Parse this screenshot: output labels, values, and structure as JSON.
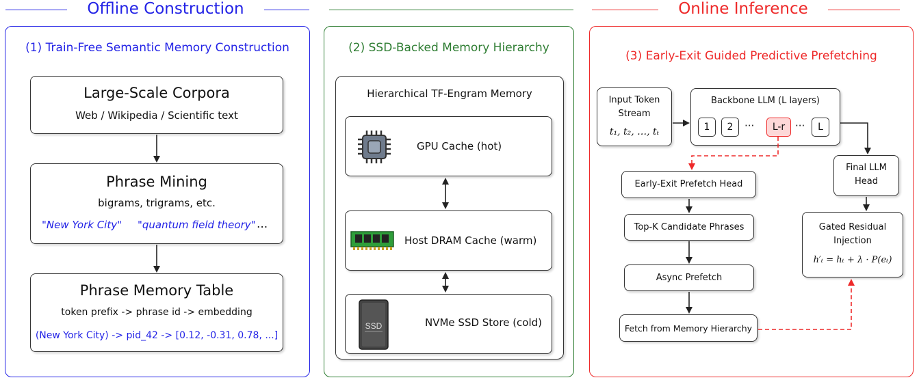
{
  "colors": {
    "blue": "#2323e6",
    "green": "#2e7d32",
    "red": "#ee2a2a",
    "dark": "#333333"
  },
  "sections": {
    "offline": "Offline Construction",
    "online": "Online Inference"
  },
  "panel1": {
    "title": "(1) Train-Free Semantic Memory Construction",
    "corpora": {
      "title": "Large-Scale Corpora",
      "subtitle": "Web / Wikipedia / Scientific text"
    },
    "mining": {
      "title": "Phrase Mining",
      "subtitle": "bigrams, trigrams, etc.",
      "example1": "\"New York City\"",
      "example2": "\"quantum field theory\"",
      "more": "..."
    },
    "table": {
      "title": "Phrase Memory Table",
      "subtitle": "token prefix -> phrase id -> embedding",
      "example": "(New York City) -> pid_42 -> [0.12, -0.31, 0.78, ...]"
    }
  },
  "panel2": {
    "title": "(2) SSD-Backed Memory Hierarchy",
    "container_title": "Hierarchical TF-Engram Memory",
    "gpu": {
      "label": "GPU Cache (hot)",
      "icon": "gpu-chip-icon"
    },
    "dram": {
      "label": "Host DRAM Cache (warm)",
      "icon": "ram-stick-icon"
    },
    "ssd": {
      "label": "NVMe SSD Store (cold)",
      "icon": "ssd-drive-icon",
      "icon_text": "SSD"
    }
  },
  "panel3": {
    "title": "(3) Early-Exit Guided Predictive Prefetching",
    "input": {
      "line1": "Input Token",
      "line2": "Stream",
      "tokens": "t₁, t₂, …, tₜ"
    },
    "backbone": {
      "title": "Backbone LLM (L layers)",
      "layers": [
        "1",
        "2",
        "L-r",
        "L"
      ],
      "ellipsis": "···"
    },
    "early_exit": "Early-Exit Prefetch Head",
    "topk": "Top-K Candidate Phrases",
    "async": "Async Prefetch",
    "fetch": "Fetch from Memory Hierarchy",
    "final": {
      "line1": "Final LLM",
      "line2": "Head"
    },
    "gated": {
      "line1": "Gated Residual",
      "line2": "Injection",
      "formula": "h′ₜ = hₜ + λ · P(eₜ)"
    }
  }
}
